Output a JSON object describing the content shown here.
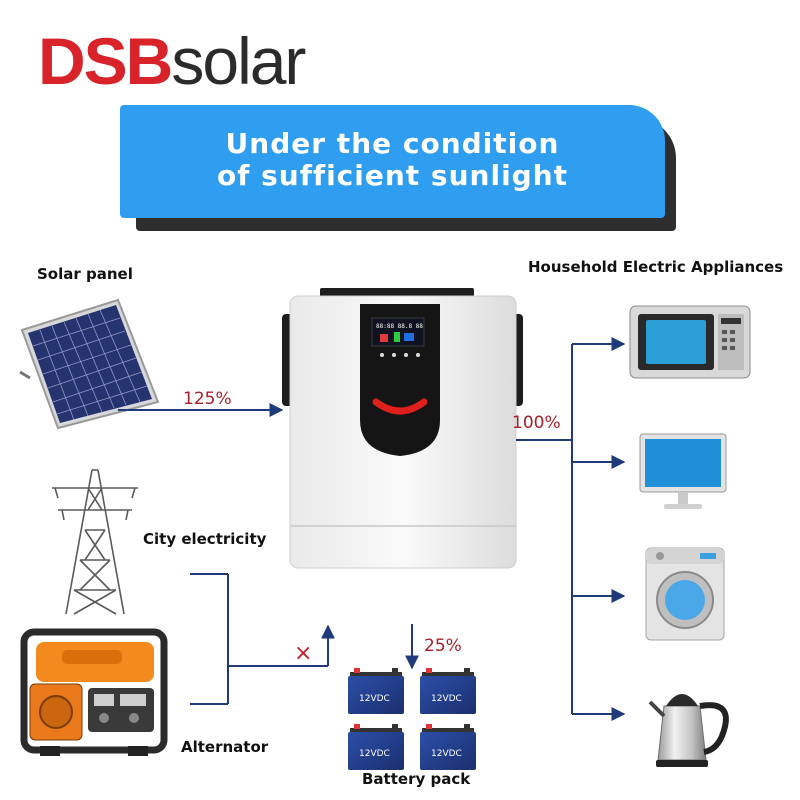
{
  "logo": {
    "brand": "DSB",
    "suffix": "solar"
  },
  "banner": {
    "line1": "Under  the  condition",
    "line2": "of sufficient sunlight"
  },
  "labels": {
    "solar_panel": "Solar panel",
    "household": "Household Electric Appliances",
    "city_electricity": "City electricity",
    "alternator": "Alternator",
    "battery_pack": "Battery pack"
  },
  "flows": {
    "solar_input": "125%",
    "output": "100%",
    "battery": "25%",
    "blocked": "×"
  },
  "battery_cells": [
    {
      "label": "12VDC"
    },
    {
      "label": "12VDC"
    },
    {
      "label": "12VDC"
    },
    {
      "label": "12VDC"
    }
  ],
  "appliances": [
    "microwave",
    "monitor",
    "washing-machine",
    "electric-kettle"
  ],
  "colors": {
    "brand_red": "#d8232a",
    "banner_blue": "#2f9df0",
    "arrow_navy": "#1f3a7a",
    "percent_red": "#a8202a"
  }
}
